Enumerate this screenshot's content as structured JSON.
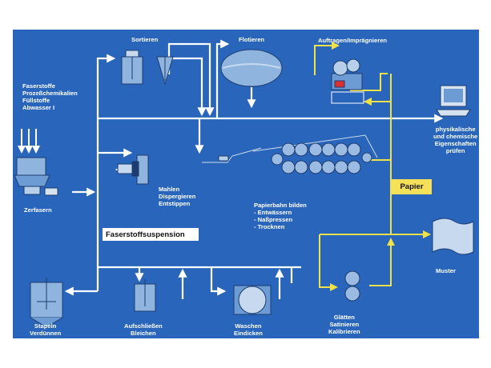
{
  "labels": {
    "sortieren": "Sortieren",
    "flotieren": "Flotieren",
    "auftragen": "Auftragen/Imprägnieren",
    "inputs": "Faserstoffe\nProzeßchemikalien\nFüllstoffe\nAbwasser I",
    "zerfasern": "Zerfasern",
    "mahlen": "Mahlen\nDispergieren\nEntstippen",
    "papierbahn": "Papierbahn bilden\n- Entwässern\n- Naßpressen\n- Trocknen",
    "pruefen": "physikalische\nund chemische\nEigenschaften\nprüfen",
    "muster": "Muster",
    "stapeln": "Stapeln\nVerdünnen",
    "aufschliessen": "Aufschließen\nBleichen",
    "waschen": "Waschen\nEindicken",
    "glaetten": "Glätten\nSatinieren\nKalibrieren"
  },
  "boxes": {
    "faserstoffsuspension": "Faserstoffsuspension",
    "papier": "Papier"
  },
  "colors": {
    "background": "#2966bb",
    "flow_line": "#ffffff",
    "paper_line": "#f2e24a",
    "papier_box": "#f5e05a"
  }
}
